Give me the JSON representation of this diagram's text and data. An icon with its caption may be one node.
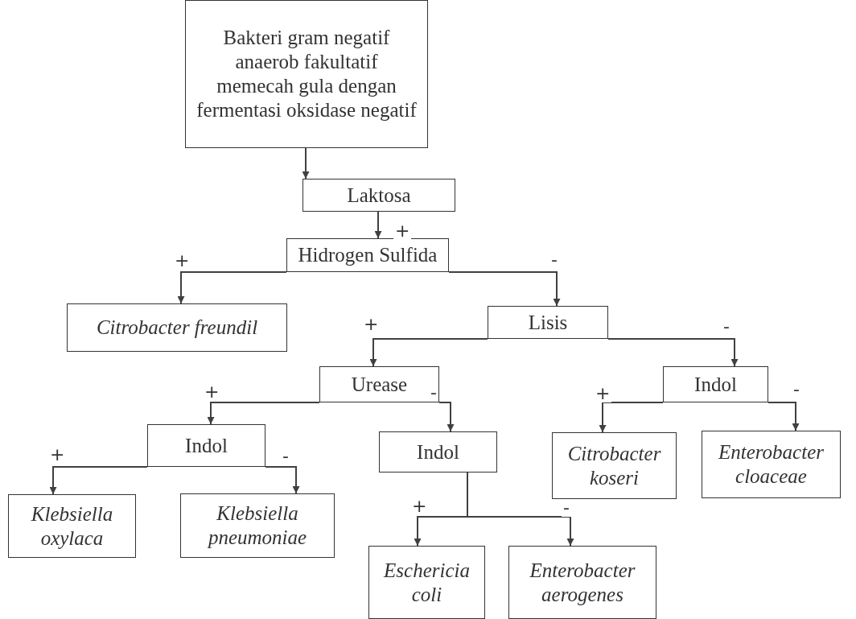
{
  "diagram": {
    "nodes": [
      {
        "text": [
          "Bakteri gram negatif anaerob fakultatif memecah gula dengan fermentasi oksidase negatif"
        ]
      },
      {
        "text": [
          "Laktosa"
        ]
      },
      {
        "text": [
          "Hidrogen Sulfida"
        ]
      },
      {
        "text": [
          "Citrobacter freundil"
        ]
      },
      {
        "text": [
          "Lisis"
        ]
      },
      {
        "text": [
          "Urease"
        ]
      },
      {
        "text": [
          "Indol"
        ]
      },
      {
        "text": [
          "Indol"
        ]
      },
      {
        "text": [
          "Indol"
        ]
      },
      {
        "text": [
          "Citrobacter koseri"
        ]
      },
      {
        "text": [
          "Enterobacter cloaceae"
        ]
      },
      {
        "text": [
          "Klebsiella oxylaca"
        ]
      },
      {
        "text": [
          "Klebsiella pneumoniae"
        ]
      },
      {
        "text": [
          "Eschericia coli"
        ]
      },
      {
        "text": [
          "Enterobacter aerogenes"
        ]
      }
    ],
    "edges": [
      {
        "from": 0,
        "to": 1,
        "arrow": "to"
      },
      {
        "from": 1,
        "to": 2,
        "arrow": "to",
        "label": "+"
      },
      {
        "from": 2,
        "to": 3,
        "arrow": "to",
        "label": "+"
      },
      {
        "from": 2,
        "to": 4,
        "arrow": "to",
        "label": "-"
      },
      {
        "from": 4,
        "to": 5,
        "arrow": "to",
        "label": "+"
      },
      {
        "from": 4,
        "to": 6,
        "arrow": "to",
        "label": "-"
      },
      {
        "from": 5,
        "to": 7,
        "arrow": "to",
        "label": "+"
      },
      {
        "from": 5,
        "to": 8,
        "arrow": "to",
        "label": "-"
      },
      {
        "from": 6,
        "to": 9,
        "arrow": "to",
        "label": "+"
      },
      {
        "from": 6,
        "to": 10,
        "arrow": "to",
        "label": "-"
      },
      {
        "from": 7,
        "to": 11,
        "arrow": "to",
        "label": "+"
      },
      {
        "from": 7,
        "to": 12,
        "arrow": "to",
        "label": "-"
      },
      {
        "from": 8,
        "to": 13,
        "arrow": "to",
        "label": "+"
      },
      {
        "from": 8,
        "to": 14,
        "arrow": "to",
        "label": "-"
      }
    ]
  }
}
